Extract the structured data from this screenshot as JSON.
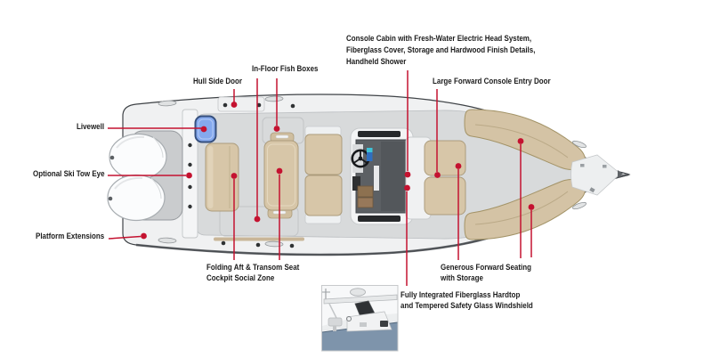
{
  "diagram": {
    "subject": "Boat deck plan top view with feature callouts",
    "colors": {
      "accent_red": "#c41230",
      "livewell_blue": "#85a9ee",
      "seat_tan": "#d7c6a8",
      "console_gray": "#5c6064",
      "hull_gray": "#f0f1f2"
    },
    "callouts": {
      "hull_side_door": {
        "label": "Hull Side Door"
      },
      "in_floor_fish_boxes": {
        "label": "In-Floor Fish Boxes"
      },
      "console_cabin": {
        "label": "Console Cabin with Fresh-Water Electric Head System,\nFiberglass Cover, Storage and Hardwood Finish Details,\nHandheld Shower"
      },
      "large_forward_console_entry_door": {
        "label": "Large Forward Console Entry Door"
      },
      "livewell": {
        "label": "Livewell"
      },
      "optional_ski_tow_eye": {
        "label": "Optional Ski Tow Eye"
      },
      "platform_extensions": {
        "label": "Platform Extensions"
      },
      "folding_aft_transom_seat": {
        "label": "Folding Aft & Transom Seat\nCockpit Social Zone"
      },
      "generous_forward_seating": {
        "label": "Generous Forward Seating\nwith Storage"
      },
      "fiberglass_hardtop": {
        "label": "Fully Integrated Fiberglass Hardtop\nand Tempered Safety Glass Windshield"
      }
    }
  }
}
